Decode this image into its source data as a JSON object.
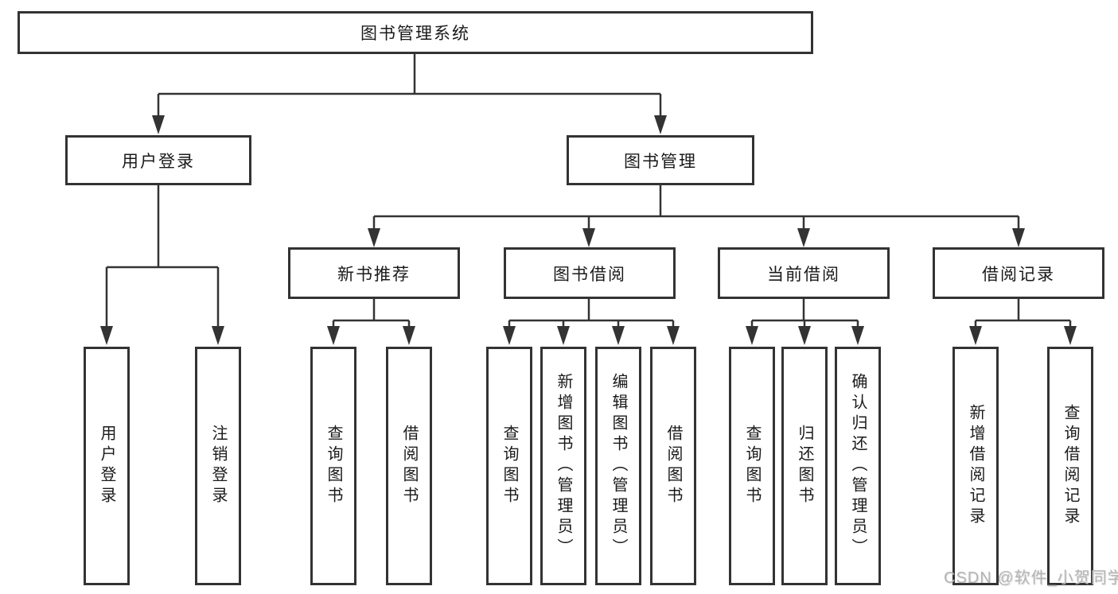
{
  "colors": {
    "line": "#333333",
    "box_border": "#333333",
    "text": "#1a1a1a",
    "watermark": "#b5b5b5",
    "background": "#ffffff"
  },
  "watermark": {
    "text": "CSDN @软件_小贺同学"
  },
  "tree": {
    "label": "图书管理系统",
    "children": [
      {
        "label": "用户登录",
        "children": [
          {
            "label": "用户登录"
          },
          {
            "label": "注销登录"
          }
        ]
      },
      {
        "label": "图书管理",
        "children": [
          {
            "label": "新书推荐",
            "children": [
              {
                "label": "查询图书"
              },
              {
                "label": "借阅图书"
              }
            ]
          },
          {
            "label": "图书借阅",
            "children": [
              {
                "label": "查询图书"
              },
              {
                "label": "新增图书（管理员）"
              },
              {
                "label": "编辑图书（管理员）"
              },
              {
                "label": "借阅图书"
              }
            ]
          },
          {
            "label": "当前借阅",
            "children": [
              {
                "label": "查询图书"
              },
              {
                "label": "归还图书"
              },
              {
                "label": "确认归还（管理员）"
              }
            ]
          },
          {
            "label": "借阅记录",
            "children": [
              {
                "label": "新增借阅记录"
              },
              {
                "label": "查询借阅记录"
              }
            ]
          }
        ]
      }
    ]
  }
}
